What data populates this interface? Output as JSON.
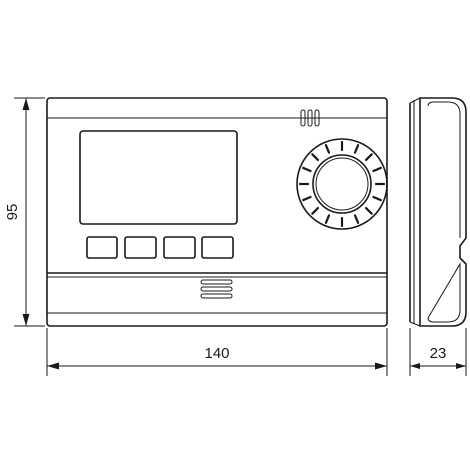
{
  "dimensions": {
    "width_label": "140",
    "height_label": "95",
    "depth_label": "23"
  },
  "colors": {
    "line": "#1a1a1a",
    "background": "#ffffff"
  }
}
